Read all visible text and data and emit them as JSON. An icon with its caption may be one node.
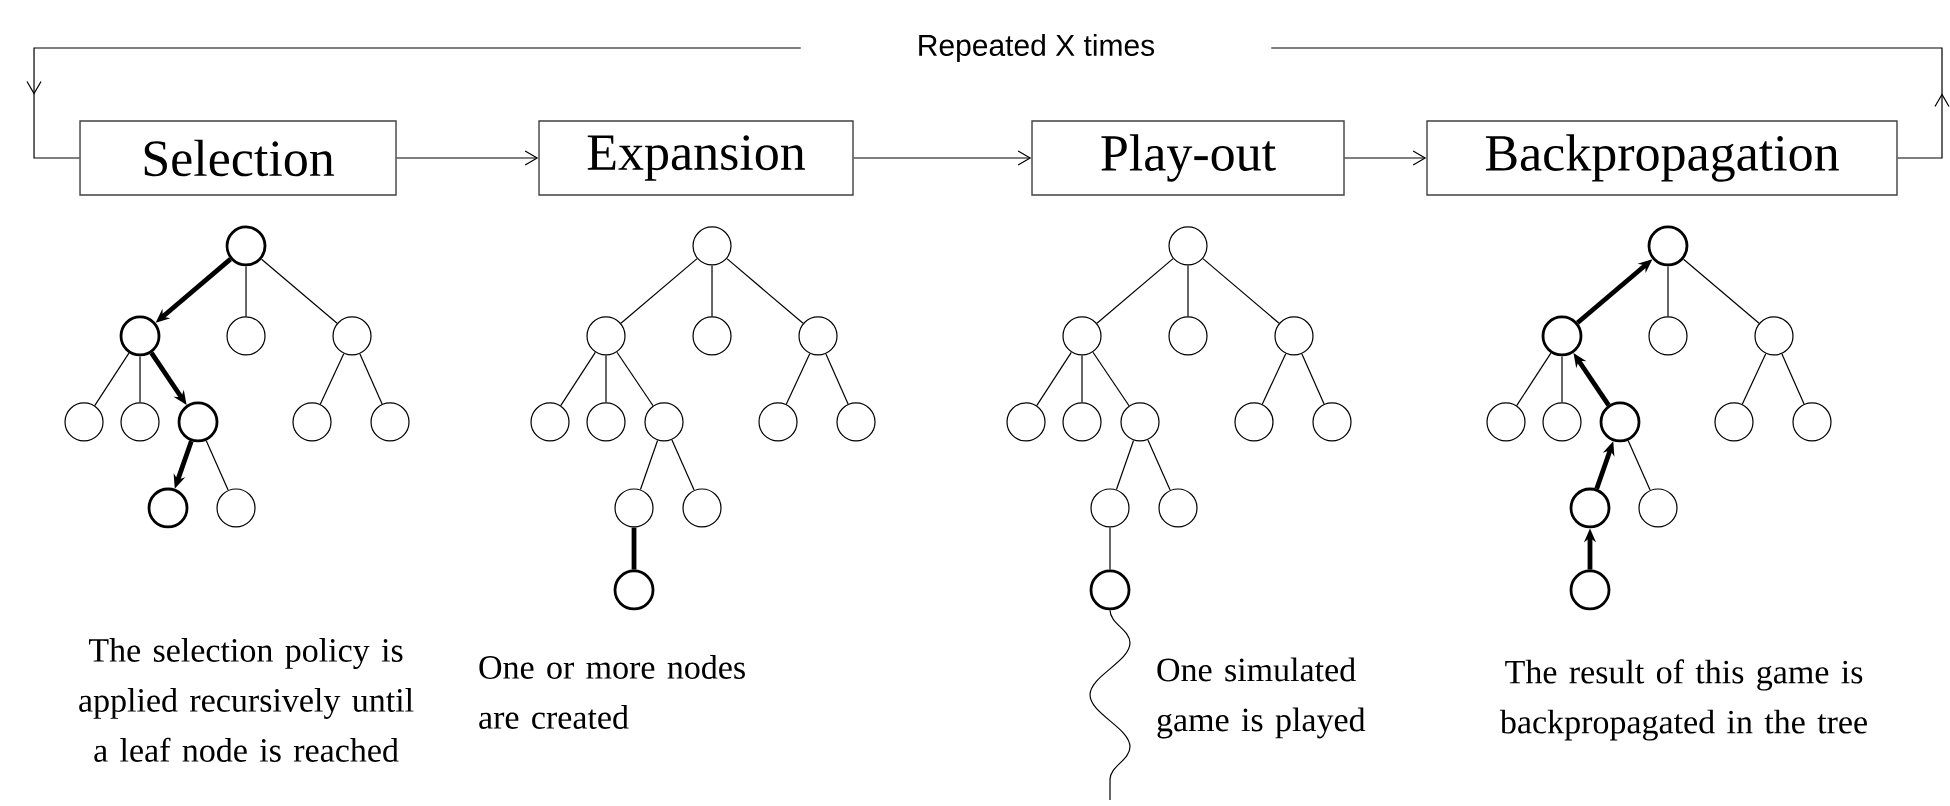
{
  "diagram": {
    "nodes": [
      {
        "text": [
          "Selection"
        ]
      },
      {
        "text": [
          "Expansion"
        ]
      },
      {
        "text": [
          "Play-out"
        ]
      },
      {
        "text": [
          "Backpropagation"
        ]
      },
      {
        "text": [],
        "shape": "circle"
      },
      {
        "text": [],
        "shape": "circle"
      },
      {
        "text": [],
        "shape": "circle"
      },
      {
        "text": [],
        "shape": "circle"
      },
      {
        "text": [],
        "shape": "circle"
      },
      {
        "text": [],
        "shape": "circle"
      },
      {
        "text": [],
        "shape": "circle"
      },
      {
        "text": [],
        "shape": "circle"
      },
      {
        "text": [],
        "shape": "circle"
      },
      {
        "text": [],
        "shape": "circle"
      },
      {
        "text": [],
        "shape": "circle"
      },
      {
        "text": [],
        "shape": "circle"
      },
      {
        "text": [],
        "shape": "circle"
      },
      {
        "text": [],
        "shape": "circle"
      },
      {
        "text": [],
        "shape": "circle"
      },
      {
        "text": [],
        "shape": "circle"
      },
      {
        "text": [],
        "shape": "circle"
      },
      {
        "text": [],
        "shape": "circle"
      },
      {
        "text": [],
        "shape": "circle"
      },
      {
        "text": [],
        "shape": "circle"
      },
      {
        "text": [],
        "shape": "circle"
      },
      {
        "text": [],
        "shape": "circle"
      },
      {
        "text": [],
        "shape": "circle"
      },
      {
        "text": [],
        "shape": "circle"
      },
      {
        "text": [],
        "shape": "circle"
      },
      {
        "text": [],
        "shape": "circle"
      },
      {
        "text": [],
        "shape": "circle"
      },
      {
        "text": [],
        "shape": "circle"
      },
      {
        "text": [],
        "shape": "circle"
      },
      {
        "text": [],
        "shape": "circle"
      },
      {
        "text": [],
        "shape": "circle"
      },
      {
        "text": [],
        "shape": "circle"
      },
      {
        "text": [],
        "shape": "circle"
      },
      {
        "text": [],
        "shape": "circle"
      },
      {
        "text": [],
        "shape": "circle"
      },
      {
        "text": [],
        "shape": "circle"
      },
      {
        "text": [],
        "shape": "circle"
      },
      {
        "text": [],
        "shape": "circle"
      },
      {
        "text": [],
        "shape": "circle"
      },
      {
        "text": [],
        "shape": "circle"
      },
      {
        "text": [],
        "shape": "circle"
      },
      {
        "text": [],
        "shape": "circle"
      },
      {
        "text": [],
        "shape": "circle"
      },
      {
        "text": [],
        "shape": "circle"
      },
      {
        "text": [],
        "shape": "circle"
      },
      {
        "text": [],
        "shape": "circle"
      },
      {
        "text": [],
        "shape": "circle"
      }
    ],
    "edges": [
      {
        "from": 0,
        "to": 1,
        "arrow": "to"
      },
      {
        "from": 1,
        "to": 2,
        "arrow": "to"
      },
      {
        "from": 2,
        "to": 3,
        "arrow": "to"
      },
      {
        "from": 3,
        "to": 0,
        "arrow": "to",
        "label": "Repeated X times"
      },
      {
        "from": 4,
        "to": 5,
        "arrow": "to",
        "style": "thick"
      },
      {
        "from": 4,
        "to": 6,
        "arrow": "none"
      },
      {
        "from": 4,
        "to": 7,
        "arrow": "none"
      },
      {
        "from": 5,
        "to": 8,
        "arrow": "none"
      },
      {
        "from": 5,
        "to": 9,
        "arrow": "none"
      },
      {
        "from": 5,
        "to": 10,
        "arrow": "to",
        "style": "thick"
      },
      {
        "from": 7,
        "to": 11,
        "arrow": "none"
      },
      {
        "from": 7,
        "to": 12,
        "arrow": "none"
      },
      {
        "from": 10,
        "to": 13,
        "arrow": "to",
        "style": "thick"
      },
      {
        "from": 10,
        "to": 14,
        "arrow": "none"
      },
      {
        "from": 15,
        "to": 16,
        "arrow": "none"
      },
      {
        "from": 15,
        "to": 17,
        "arrow": "none"
      },
      {
        "from": 15,
        "to": 18,
        "arrow": "none"
      },
      {
        "from": 16,
        "to": 19,
        "arrow": "none"
      },
      {
        "from": 16,
        "to": 20,
        "arrow": "none"
      },
      {
        "from": 16,
        "to": 21,
        "arrow": "none"
      },
      {
        "from": 18,
        "to": 22,
        "arrow": "none"
      },
      {
        "from": 18,
        "to": 23,
        "arrow": "none"
      },
      {
        "from": 21,
        "to": 24,
        "arrow": "none"
      },
      {
        "from": 21,
        "to": 25,
        "arrow": "none"
      },
      {
        "from": 24,
        "to": 26,
        "arrow": "none",
        "style": "thick"
      },
      {
        "from": 27,
        "to": 28,
        "arrow": "none"
      },
      {
        "from": 27,
        "to": 29,
        "arrow": "none"
      },
      {
        "from": 27,
        "to": 30,
        "arrow": "none"
      },
      {
        "from": 28,
        "to": 31,
        "arrow": "none"
      },
      {
        "from": 28,
        "to": 32,
        "arrow": "none"
      },
      {
        "from": 28,
        "to": 33,
        "arrow": "none"
      },
      {
        "from": 30,
        "to": 34,
        "arrow": "none"
      },
      {
        "from": 30,
        "to": 35,
        "arrow": "none"
      },
      {
        "from": 33,
        "to": 36,
        "arrow": "none"
      },
      {
        "from": 33,
        "to": 37,
        "arrow": "none"
      },
      {
        "from": 36,
        "to": 38,
        "arrow": "none"
      },
      {
        "from": 38,
        "to": null,
        "arrow": "none"
      },
      {
        "from": 40,
        "to": 39,
        "arrow": "to",
        "style": "thick"
      },
      {
        "from": 39,
        "to": 41,
        "arrow": "none"
      },
      {
        "from": 39,
        "to": 42,
        "arrow": "none"
      },
      {
        "from": 40,
        "to": 43,
        "arrow": "none"
      },
      {
        "from": 40,
        "to": 44,
        "arrow": "none"
      },
      {
        "from": 45,
        "to": 40,
        "arrow": "to",
        "style": "thick"
      },
      {
        "from": 42,
        "to": 46,
        "arrow": "none"
      },
      {
        "from": 42,
        "to": 47,
        "arrow": "none"
      },
      {
        "from": 48,
        "to": 45,
        "arrow": "to",
        "style": "thick"
      },
      {
        "from": 45,
        "to": 49,
        "arrow": "none"
      },
      {
        "from": 50,
        "to": 48,
        "arrow": "to",
        "style": "thick"
      }
    ],
    "labels": [
      "The selection policy is applied recursively until a leaf node is reached",
      "One or more nodes are created",
      "One simulated game is played",
      "The result of this game is backpropagated in the tree"
    ]
  }
}
